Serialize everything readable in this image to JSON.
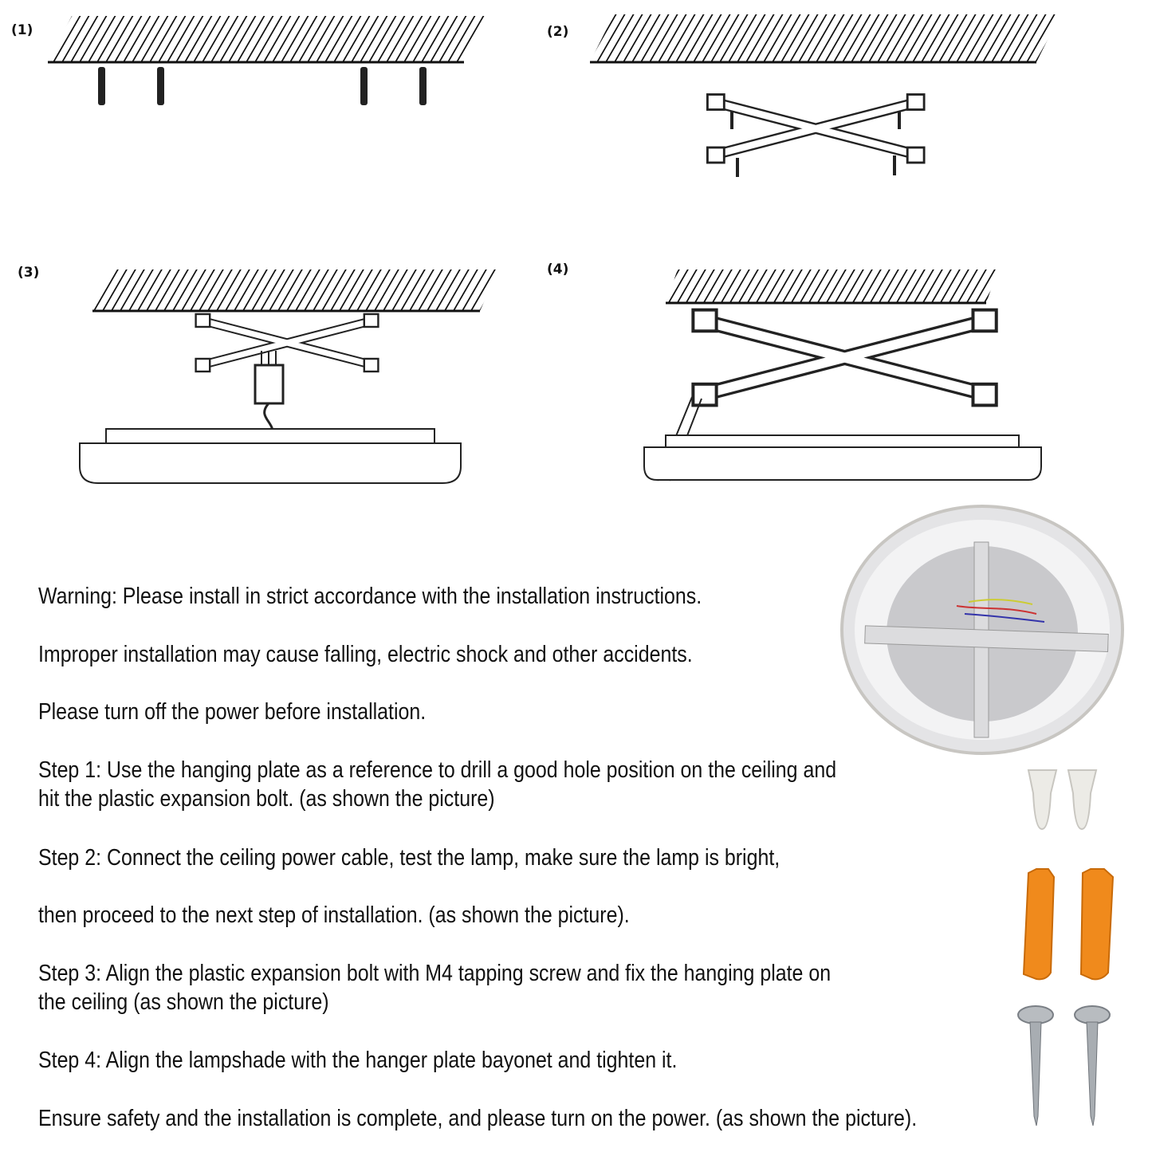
{
  "step_labels": [
    "(1)",
    "(2)",
    "(3)",
    "(4)"
  ],
  "instructions": {
    "warning": "Warning: Please install in strict accordance with the installation instructions.",
    "improper": "Improper installation may cause falling, electric shock and other accidents.",
    "power_off": "Please turn off the power before installation.",
    "step1_line1": "Step 1: Use the hanging plate as a reference to drill a good hole position on the ceiling and",
    "step1_line2": "hit the plastic expansion bolt. (as shown the picture)",
    "step2_line1": "Step 2: Connect the ceiling power cable, test the lamp, make sure the lamp is bright,",
    "step2_line2": "then proceed to the next step of installation. (as shown the picture).",
    "step3_line1": "Step 3: Align the plastic expansion bolt with M4 tapping screw and fix the hanging plate on",
    "step3_line2": "the ceiling (as shown the picture)",
    "step4": "Step 4: Align the lampshade with the hanger plate bayonet and tighten it.",
    "complete": "Ensure safety and the installation is complete, and please turn on the power. (as shown the picture)."
  },
  "colors": {
    "anchor": "#f08a1c",
    "screw": "#9aa0a6",
    "wire_nut": "#e8e8e4"
  }
}
